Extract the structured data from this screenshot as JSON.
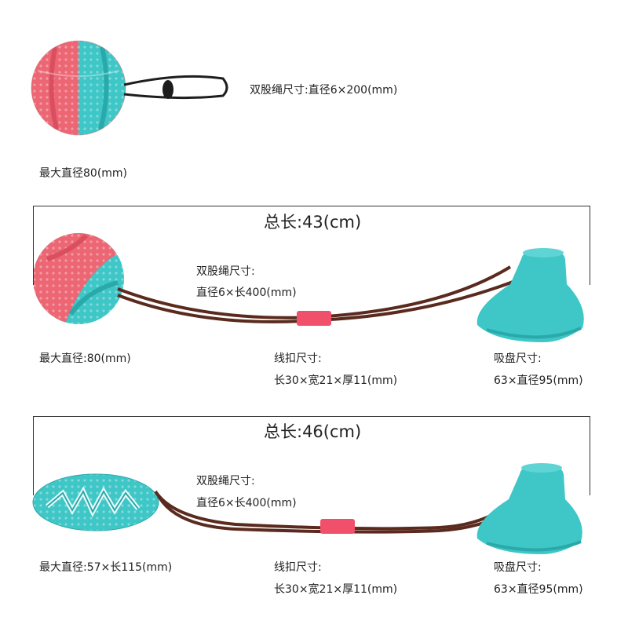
{
  "section1": {
    "rope_size": "双股绳尺寸:直径6×200(mm)",
    "ball_diameter": "最大直径80(mm)"
  },
  "section2": {
    "total_length": "总长:43(cm)",
    "rope_title": "双股绳尺寸:",
    "rope_value": "直径6×长400(mm)",
    "ball_diameter": "最大直径:80(mm)",
    "buckle_title": "线扣尺寸:",
    "buckle_value": "长30×宽21×厚11(mm)",
    "sucker_title": "吸盘尺寸:",
    "sucker_value": "63×直径95(mm)"
  },
  "section3": {
    "total_length": "总长:46(cm)",
    "rope_title": "双股绳尺寸:",
    "rope_value": "直径6×长400(mm)",
    "ball_diameter": "最大直径:57×长115(mm)",
    "buckle_title": "线扣尺寸:",
    "buckle_value": "长30×宽21×厚11(mm)",
    "sucker_title": "吸盘尺寸:",
    "sucker_value": "63×直径95(mm)"
  },
  "colors": {
    "pink": "#ec6674",
    "teal": "#3fc6c6",
    "rope": "#5a2a1e",
    "buckle": "#f0506a"
  }
}
